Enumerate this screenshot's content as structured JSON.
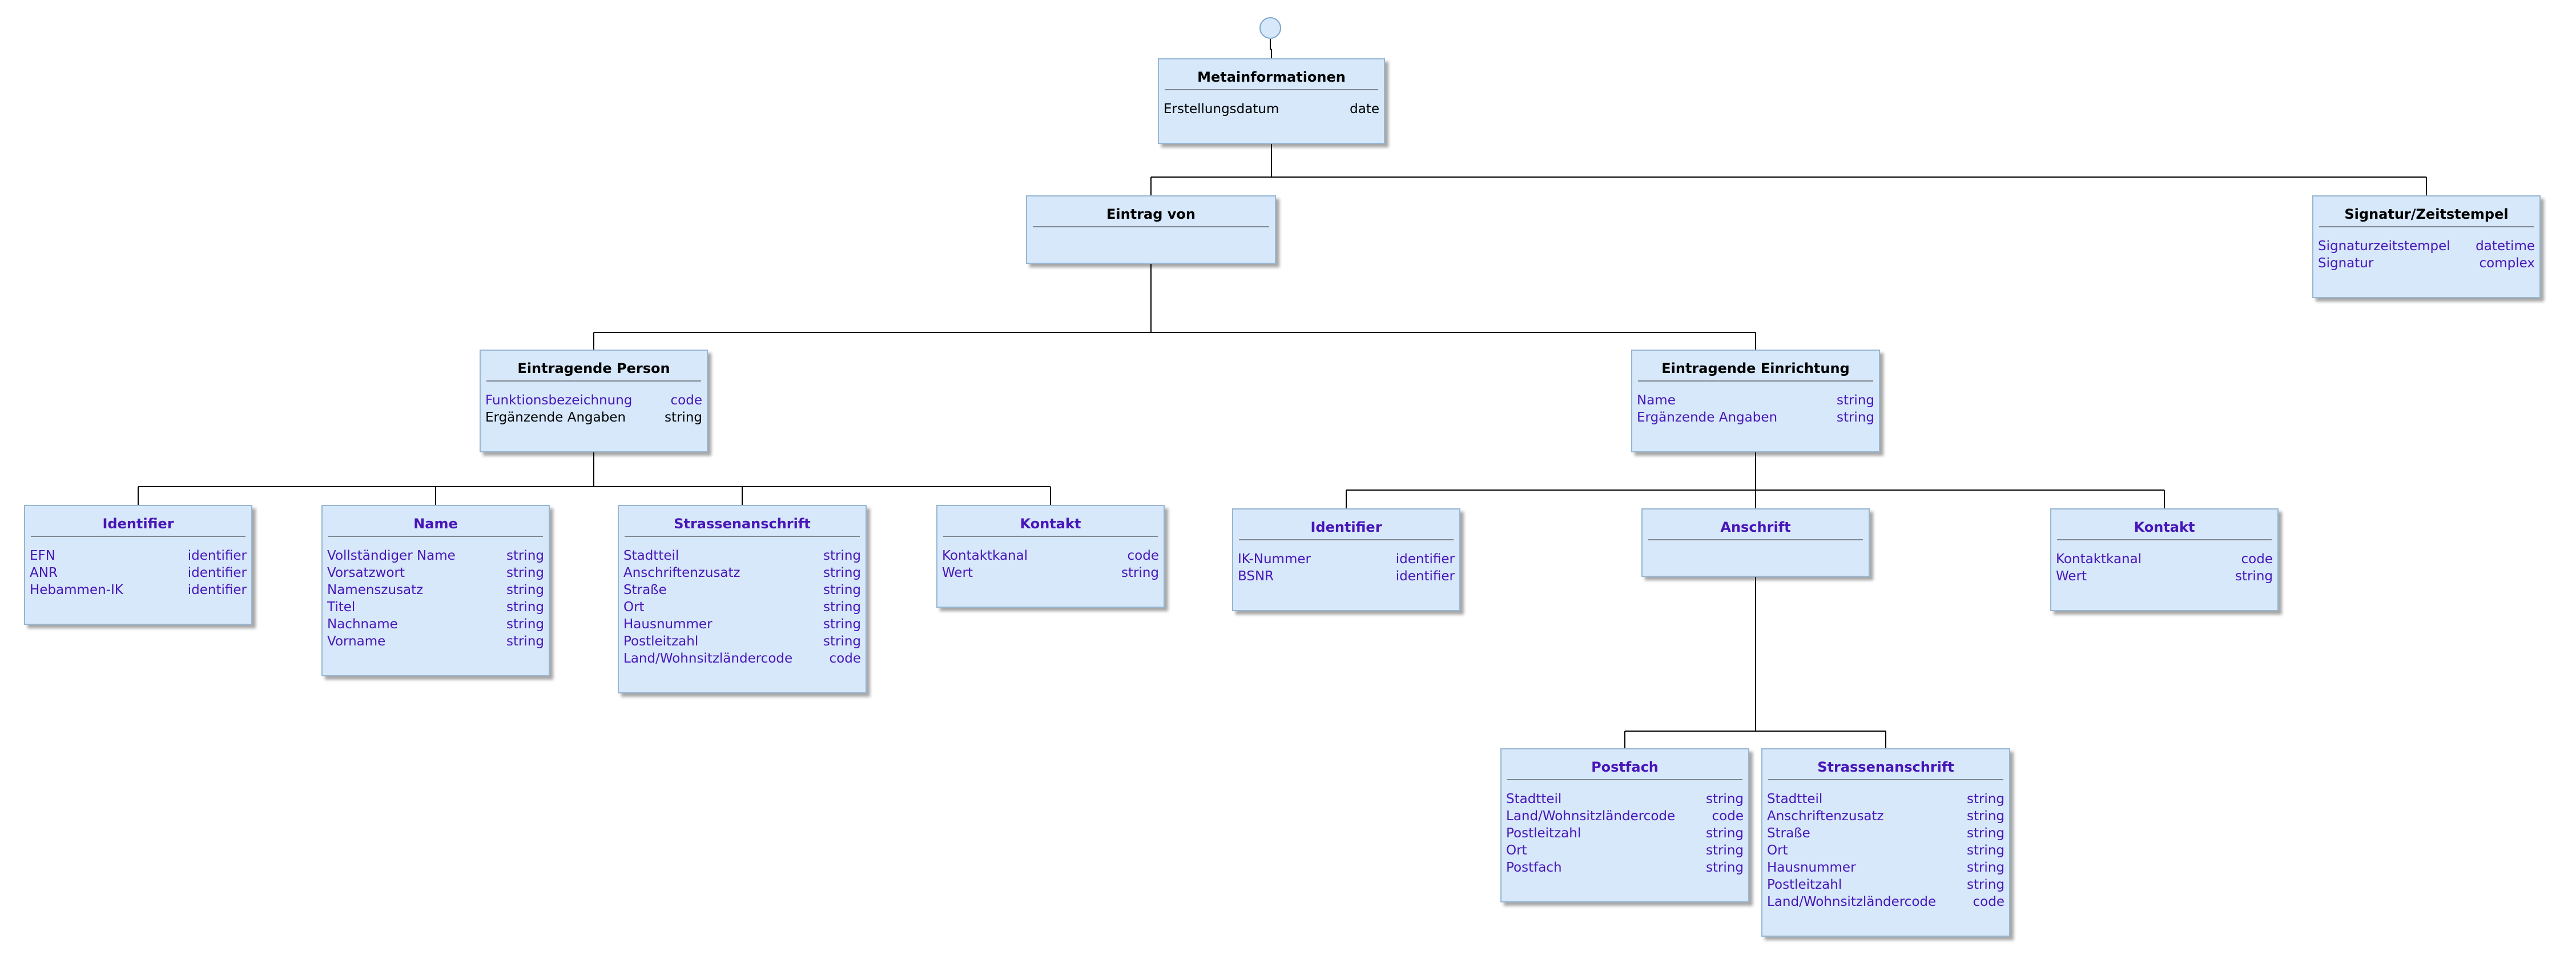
{
  "diagram": {
    "nodes": [
      {
        "id": "meta",
        "title": "Metainformationen",
        "title_style": "black",
        "attrs": [
          {
            "name": "Erstellungsdatum",
            "type": "date",
            "style": "black"
          }
        ]
      },
      {
        "id": "eintrag",
        "title": "Eintrag von",
        "title_style": "black",
        "attrs": []
      },
      {
        "id": "signatur",
        "title": "Signatur/Zeitstempel",
        "title_style": "black",
        "attrs": [
          {
            "name": "Signaturzeitstempel",
            "type": "datetime",
            "style": "purple"
          },
          {
            "name": "Signatur",
            "type": "complex",
            "style": "purple"
          }
        ]
      },
      {
        "id": "person",
        "title": "Eintragende Person",
        "title_style": "black",
        "attrs": [
          {
            "name": "Funktionsbezeichnung",
            "type": "code",
            "style": "purple"
          },
          {
            "name": "Ergänzende Angaben",
            "type": "string",
            "style": "black"
          }
        ]
      },
      {
        "id": "einrichtung",
        "title": "Eintragende Einrichtung",
        "title_style": "black",
        "attrs": [
          {
            "name": "Name",
            "type": "string",
            "style": "purple"
          },
          {
            "name": "Ergänzende Angaben",
            "type": "string",
            "style": "purple"
          }
        ]
      },
      {
        "id": "p_identifier",
        "title": "Identifier",
        "title_style": "purple",
        "attrs": [
          {
            "name": "EFN",
            "type": "identifier",
            "style": "purple"
          },
          {
            "name": "ANR",
            "type": "identifier",
            "style": "purple"
          },
          {
            "name": "Hebammen-IK",
            "type": "identifier",
            "style": "purple"
          }
        ]
      },
      {
        "id": "p_name",
        "title": "Name",
        "title_style": "purple",
        "attrs": [
          {
            "name": "Vollständiger Name",
            "type": "string",
            "style": "purple"
          },
          {
            "name": "Vorsatzwort",
            "type": "string",
            "style": "purple"
          },
          {
            "name": "Namenszusatz",
            "type": "string",
            "style": "purple"
          },
          {
            "name": "Titel",
            "type": "string",
            "style": "purple"
          },
          {
            "name": "Nachname",
            "type": "string",
            "style": "purple"
          },
          {
            "name": "Vorname",
            "type": "string",
            "style": "purple"
          }
        ]
      },
      {
        "id": "p_strasse",
        "title": "Strassenanschrift",
        "title_style": "purple",
        "attrs": [
          {
            "name": "Stadtteil",
            "type": "string",
            "style": "purple"
          },
          {
            "name": "Anschriftenzusatz",
            "type": "string",
            "style": "purple"
          },
          {
            "name": "Straße",
            "type": "string",
            "style": "purple"
          },
          {
            "name": "Ort",
            "type": "string",
            "style": "purple"
          },
          {
            "name": "Hausnummer",
            "type": "string",
            "style": "purple"
          },
          {
            "name": "Postleitzahl",
            "type": "string",
            "style": "purple"
          },
          {
            "name": "Land/Wohnsitzländercode",
            "type": "code",
            "style": "purple"
          }
        ]
      },
      {
        "id": "p_kontakt",
        "title": "Kontakt",
        "title_style": "purple",
        "attrs": [
          {
            "name": "Kontaktkanal",
            "type": "code",
            "style": "purple"
          },
          {
            "name": "Wert",
            "type": "string",
            "style": "purple"
          }
        ]
      },
      {
        "id": "e_identifier",
        "title": "Identifier",
        "title_style": "purple",
        "attrs": [
          {
            "name": "IK-Nummer",
            "type": "identifier",
            "style": "purple"
          },
          {
            "name": "BSNR",
            "type": "identifier",
            "style": "purple"
          }
        ]
      },
      {
        "id": "e_anschrift",
        "title": "Anschrift",
        "title_style": "purple",
        "attrs": []
      },
      {
        "id": "e_kontakt",
        "title": "Kontakt",
        "title_style": "purple",
        "attrs": [
          {
            "name": "Kontaktkanal",
            "type": "code",
            "style": "purple"
          },
          {
            "name": "Wert",
            "type": "string",
            "style": "purple"
          }
        ]
      },
      {
        "id": "postfach",
        "title": "Postfach",
        "title_style": "purple",
        "attrs": [
          {
            "name": "Stadtteil",
            "type": "string",
            "style": "purple"
          },
          {
            "name": "Land/Wohnsitzländercode",
            "type": "code",
            "style": "purple"
          },
          {
            "name": "Postleitzahl",
            "type": "string",
            "style": "purple"
          },
          {
            "name": "Ort",
            "type": "string",
            "style": "purple"
          },
          {
            "name": "Postfach",
            "type": "string",
            "style": "purple"
          }
        ]
      },
      {
        "id": "e_strasse",
        "title": "Strassenanschrift",
        "title_style": "purple",
        "attrs": [
          {
            "name": "Stadtteil",
            "type": "string",
            "style": "purple"
          },
          {
            "name": "Anschriftenzusatz",
            "type": "string",
            "style": "purple"
          },
          {
            "name": "Straße",
            "type": "string",
            "style": "purple"
          },
          {
            "name": "Ort",
            "type": "string",
            "style": "purple"
          },
          {
            "name": "Hausnummer",
            "type": "string",
            "style": "purple"
          },
          {
            "name": "Postleitzahl",
            "type": "string",
            "style": "purple"
          },
          {
            "name": "Land/Wohnsitzländercode",
            "type": "code",
            "style": "purple"
          }
        ]
      }
    ],
    "edges": [
      {
        "from": "start",
        "to": "meta"
      },
      {
        "from": "meta",
        "to": "eintrag"
      },
      {
        "from": "meta",
        "to": "signatur"
      },
      {
        "from": "eintrag",
        "to": "person"
      },
      {
        "from": "eintrag",
        "to": "einrichtung"
      },
      {
        "from": "person",
        "to": "p_identifier"
      },
      {
        "from": "person",
        "to": "p_name"
      },
      {
        "from": "person",
        "to": "p_strasse"
      },
      {
        "from": "person",
        "to": "p_kontakt"
      },
      {
        "from": "einrichtung",
        "to": "e_identifier"
      },
      {
        "from": "einrichtung",
        "to": "e_anschrift"
      },
      {
        "from": "einrichtung",
        "to": "e_kontakt"
      },
      {
        "from": "e_anschrift",
        "to": "postfach"
      },
      {
        "from": "e_anschrift",
        "to": "e_strasse"
      }
    ],
    "colors": {
      "node_fill": "#d6e8fa",
      "node_border": "#97b6d2",
      "title_black": "#000000",
      "text_purple": "#4816b8",
      "line": "#000000"
    }
  }
}
